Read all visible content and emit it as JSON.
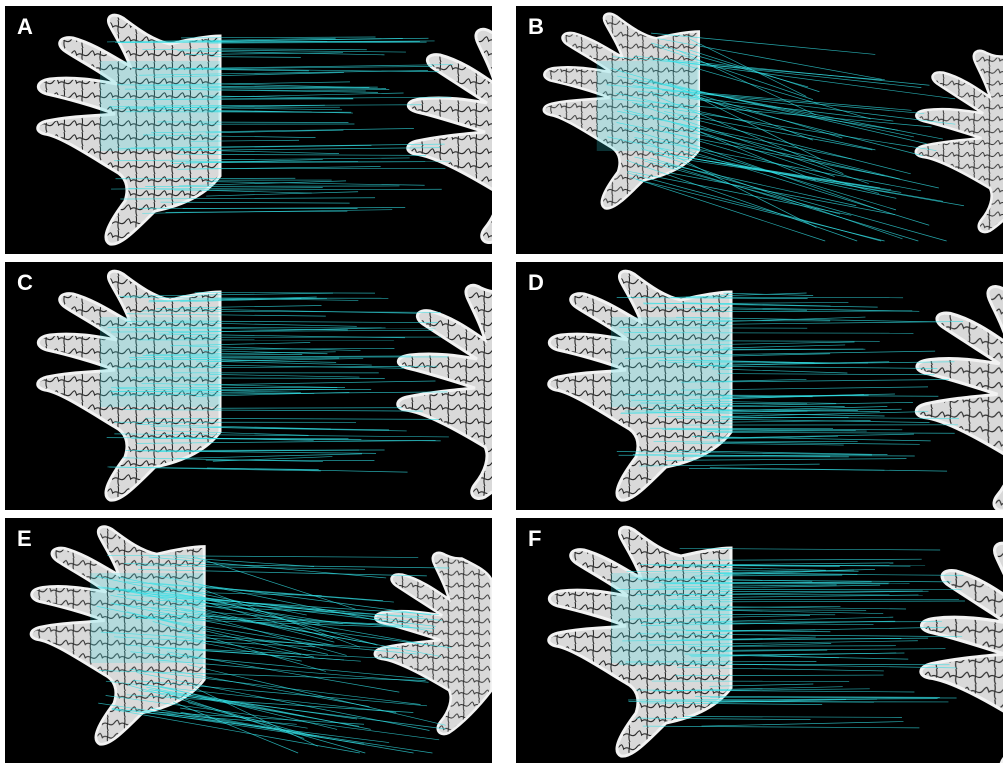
{
  "figure": {
    "panels": [
      {
        "label": "A"
      },
      {
        "label": "B"
      },
      {
        "label": "C"
      },
      {
        "label": "D"
      },
      {
        "label": "E"
      },
      {
        "label": "F"
      }
    ],
    "colors": {
      "background": "#000000",
      "hand_fill": "#d9d9d9",
      "hand_texture": "#2a2a2a",
      "match_lines": "#33e0e6",
      "separator": "#ffffff"
    }
  }
}
